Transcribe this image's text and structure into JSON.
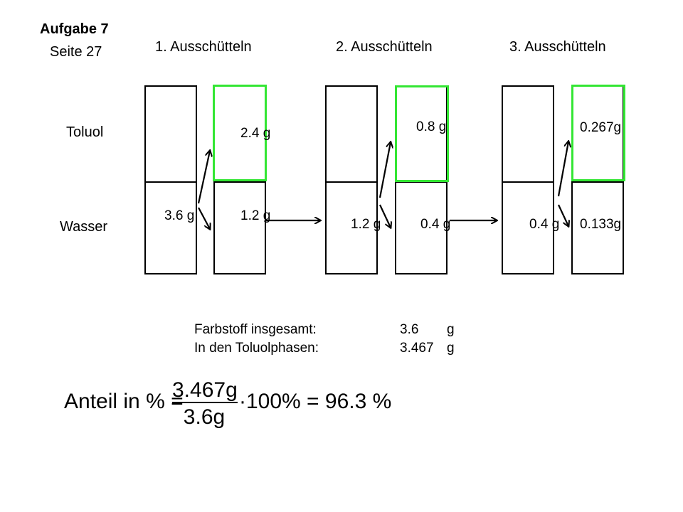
{
  "header": {
    "title": "Aufgabe 7",
    "subtitle": "Seite 27"
  },
  "steps": [
    {
      "label": "1. Ausschütteln",
      "from_water": "3.6 g",
      "toluol": "2.4 g",
      "water": "1.2 g"
    },
    {
      "label": "2. Ausschütteln",
      "from_water": "1.2 g",
      "toluol": "0.8 g",
      "water": "0.4 g"
    },
    {
      "label": "3. Ausschütteln",
      "from_water": "0.4 g",
      "toluol": "0.267g",
      "water": "0.133g"
    }
  ],
  "phases": {
    "top": "Toluol",
    "bottom": "Wasser"
  },
  "summary": {
    "total_label": "Farbstoff insgesamt:",
    "total_value": "3.6",
    "total_unit": "g",
    "toluol_label": "In den Toluolphasen:",
    "toluol_value": "3.467",
    "toluol_unit": "g"
  },
  "formula": {
    "lhs": "Anteil in % =",
    "numerator": "3.467g",
    "denominator": "3.6g",
    "rhs": "·100% = 96.3 %"
  },
  "colors": {
    "highlight": "#33e633",
    "line": "#000000"
  }
}
